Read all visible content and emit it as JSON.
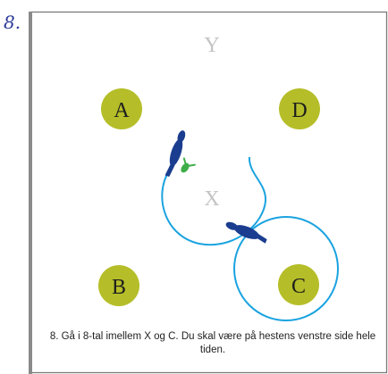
{
  "exercise_number": "8.",
  "markers": [
    {
      "id": "A",
      "label": "A"
    },
    {
      "id": "D",
      "label": "D"
    },
    {
      "id": "B",
      "label": "B"
    },
    {
      "id": "C",
      "label": "C"
    }
  ],
  "center_labels": {
    "top": "Y",
    "middle": "X"
  },
  "instruction": "8. Gå i 8-tal imellem X og C. Du skal være på hestens venstre side hele tiden.",
  "colors": {
    "marker_fill": "#b5be28",
    "path_stroke": "#1aa3e0",
    "horse": "#1b3d8f",
    "handler": "#3fae49",
    "letter_faint": "#c4c4c4",
    "arena_border": "#7a7a7a",
    "number_ink": "#2c3a97"
  },
  "icons": [
    "horse-icon",
    "handler-icon"
  ]
}
